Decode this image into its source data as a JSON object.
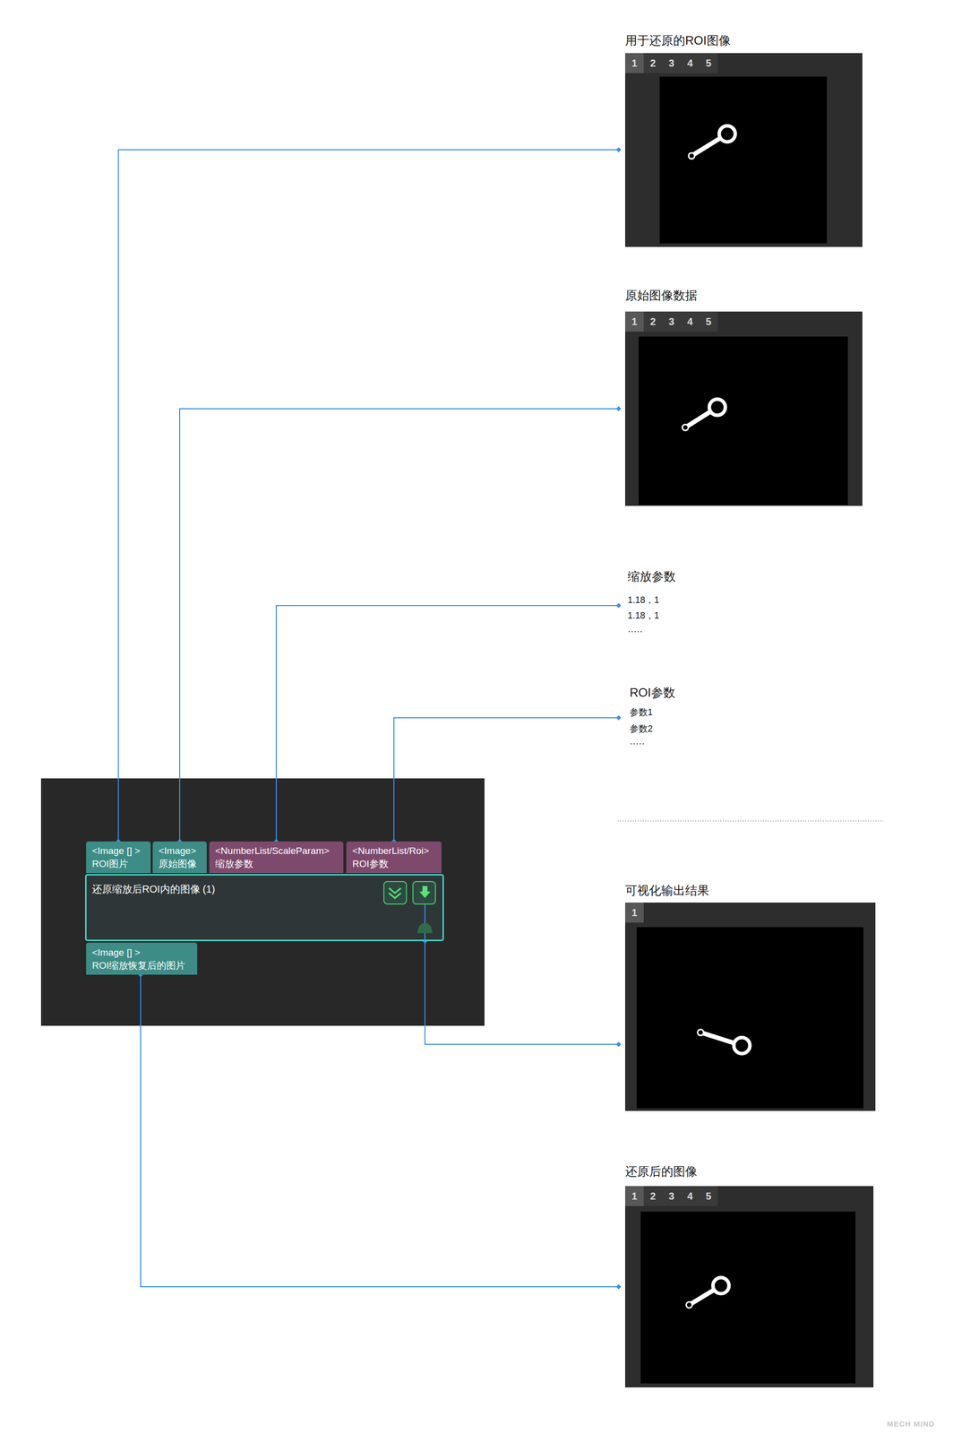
{
  "diagram": {
    "nodes": [
      {
        "text": [
          "用于还原的ROI图像",
          "1",
          "2",
          "3",
          "4",
          "5"
        ]
      },
      {
        "text": [
          "原始图像数据",
          "1",
          "2",
          "3",
          "4",
          "5"
        ]
      },
      {
        "text": [
          "缩放参数",
          "1.18，1",
          "1.18，1",
          "·····"
        ]
      },
      {
        "text": [
          "ROI参数",
          "参数1",
          "参数2",
          "·····"
        ]
      },
      {
        "text": [
          "可视化输出结果",
          "1"
        ]
      },
      {
        "text": [
          "还原后的图像",
          "1",
          "2",
          "3",
          "4",
          "5"
        ]
      },
      {
        "text": [
          "还原缩放后ROI内的图像 (1)"
        ]
      },
      {
        "text": [
          "<Image [] >",
          "ROI图片"
        ]
      },
      {
        "text": [
          "<Image>",
          "原始图像"
        ]
      },
      {
        "text": [
          "<NumberList/ScaleParam>",
          "缩放参数"
        ]
      },
      {
        "text": [
          "<NumberList/Roi>",
          "ROI参数"
        ]
      },
      {
        "text": [
          "<Image [] >",
          "ROI缩放恢复后的图片"
        ]
      }
    ],
    "edges": [
      {
        "from": 7,
        "to": 0,
        "arrow": "none"
      },
      {
        "from": 8,
        "to": 1,
        "arrow": "none"
      },
      {
        "from": 9,
        "to": 2,
        "arrow": "none"
      },
      {
        "from": 10,
        "to": 3,
        "arrow": "none"
      },
      {
        "from": 6,
        "to": 4,
        "arrow": "none"
      },
      {
        "from": 11,
        "to": 5,
        "arrow": "none"
      }
    ],
    "labels": [
      "MECH MIND"
    ]
  }
}
